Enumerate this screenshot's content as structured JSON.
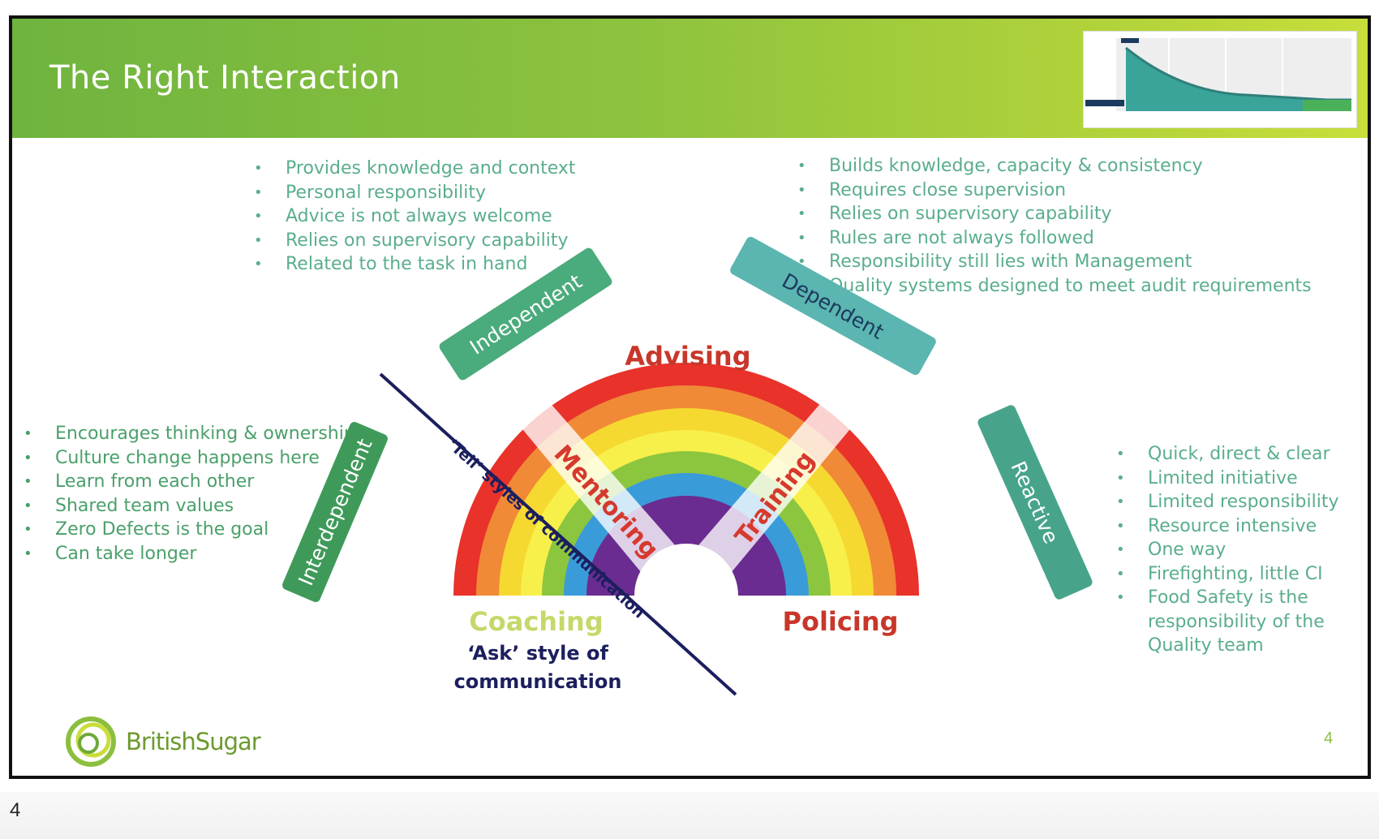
{
  "slide": {
    "title": "The Right Interaction",
    "page_number": "4",
    "outer_page_number": "4"
  },
  "labels": {
    "independent": "Independent",
    "dependent": "Dependent",
    "interdependent": "Interdependent",
    "reactive": "Reactive",
    "advising": "Advising",
    "mentoring": "Mentoring",
    "training": "Training",
    "coaching": "Coaching",
    "policing": "Policing",
    "tell_styles": "‘Tell’ styles of communication",
    "ask_style_line1": "‘Ask’ style of",
    "ask_style_line2": "communication"
  },
  "independent_points": [
    "Provides knowledge and context",
    "Personal responsibility",
    "Advice is not always welcome",
    "Relies on supervisory capability",
    "Related to the task in hand"
  ],
  "dependent_points": [
    "Builds knowledge, capacity & consistency",
    "Requires close supervision",
    "Relies on supervisory capability",
    "Rules are not always followed",
    "Responsibility still lies with Management",
    "Quality systems designed to meet audit requirements"
  ],
  "interdependent_points": [
    "Encourages thinking & ownership",
    "Culture change happens here",
    "Learn from each other",
    "Shared team values",
    "Zero Defects is the goal",
    "Can take longer"
  ],
  "reactive_points": [
    "Quick, direct & clear",
    "Limited initiative",
    "Limited responsibility",
    "Resource intensive",
    "One way",
    "Firefighting, little CI",
    "Food Safety is the responsibility of the Quality team"
  ],
  "logo": {
    "text": "BritishSugar"
  },
  "colors": {
    "header_start": "#6fb43f",
    "header_end": "#c8de3a",
    "teal_text": "#5aae8c",
    "label_box": "#5bb09a",
    "advising_red": "#c8372a",
    "coaching_green": "#c4d96a",
    "navy_line": "#1c1f5e",
    "rainbow": [
      "#e8322a",
      "#f08a36",
      "#f6d930",
      "#f7f04a",
      "#8cc63e",
      "#3a9bd9",
      "#6a2c91"
    ]
  },
  "icons": [
    "thumbnail-chart-icon",
    "british-sugar-logo-icon",
    "rainbow-diagram"
  ]
}
